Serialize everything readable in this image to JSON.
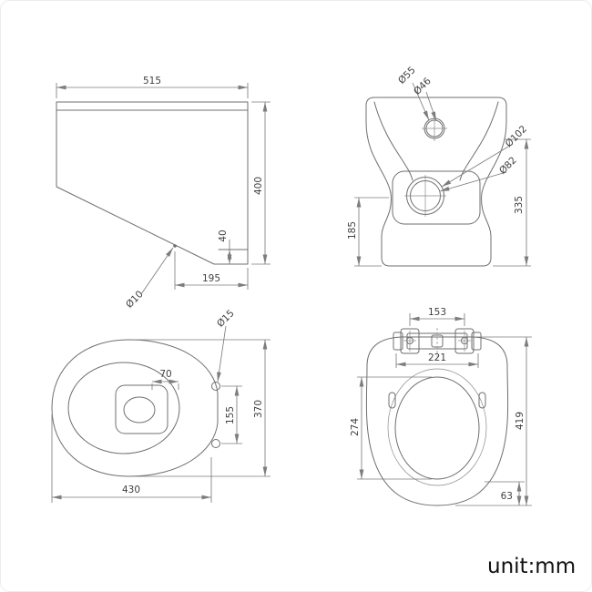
{
  "unit_label": "unit:mm",
  "colors": {
    "line": "#6f6f6f",
    "dimension_text": "#3f3f3f",
    "unit_text": "#111111",
    "background": "#ffffff"
  },
  "views": {
    "side": {
      "title": "side-elevation",
      "dims": {
        "width": "515",
        "height": "400",
        "rear_gap": "40",
        "hole_offset": "195",
        "hole_dia": "Ø10"
      }
    },
    "front": {
      "title": "front-elevation",
      "dims": {
        "inlet_outer": "Ø55",
        "inlet_inner": "Ø46",
        "outlet_outer": "Ø102",
        "outlet_inner": "Ø82",
        "height": "335",
        "base_height": "185"
      }
    },
    "plan": {
      "title": "pan-plan-view",
      "dims": {
        "outlet_width": "70",
        "fixing_hole_dia": "Ø15",
        "fixing_hole_span": "155",
        "depth": "370",
        "width": "430"
      }
    },
    "seat": {
      "title": "seat-plan-view",
      "dims": {
        "hinge_hole_span": "153",
        "hinge_width": "221",
        "opening_length": "274",
        "length": "419",
        "tail": "63"
      }
    }
  }
}
